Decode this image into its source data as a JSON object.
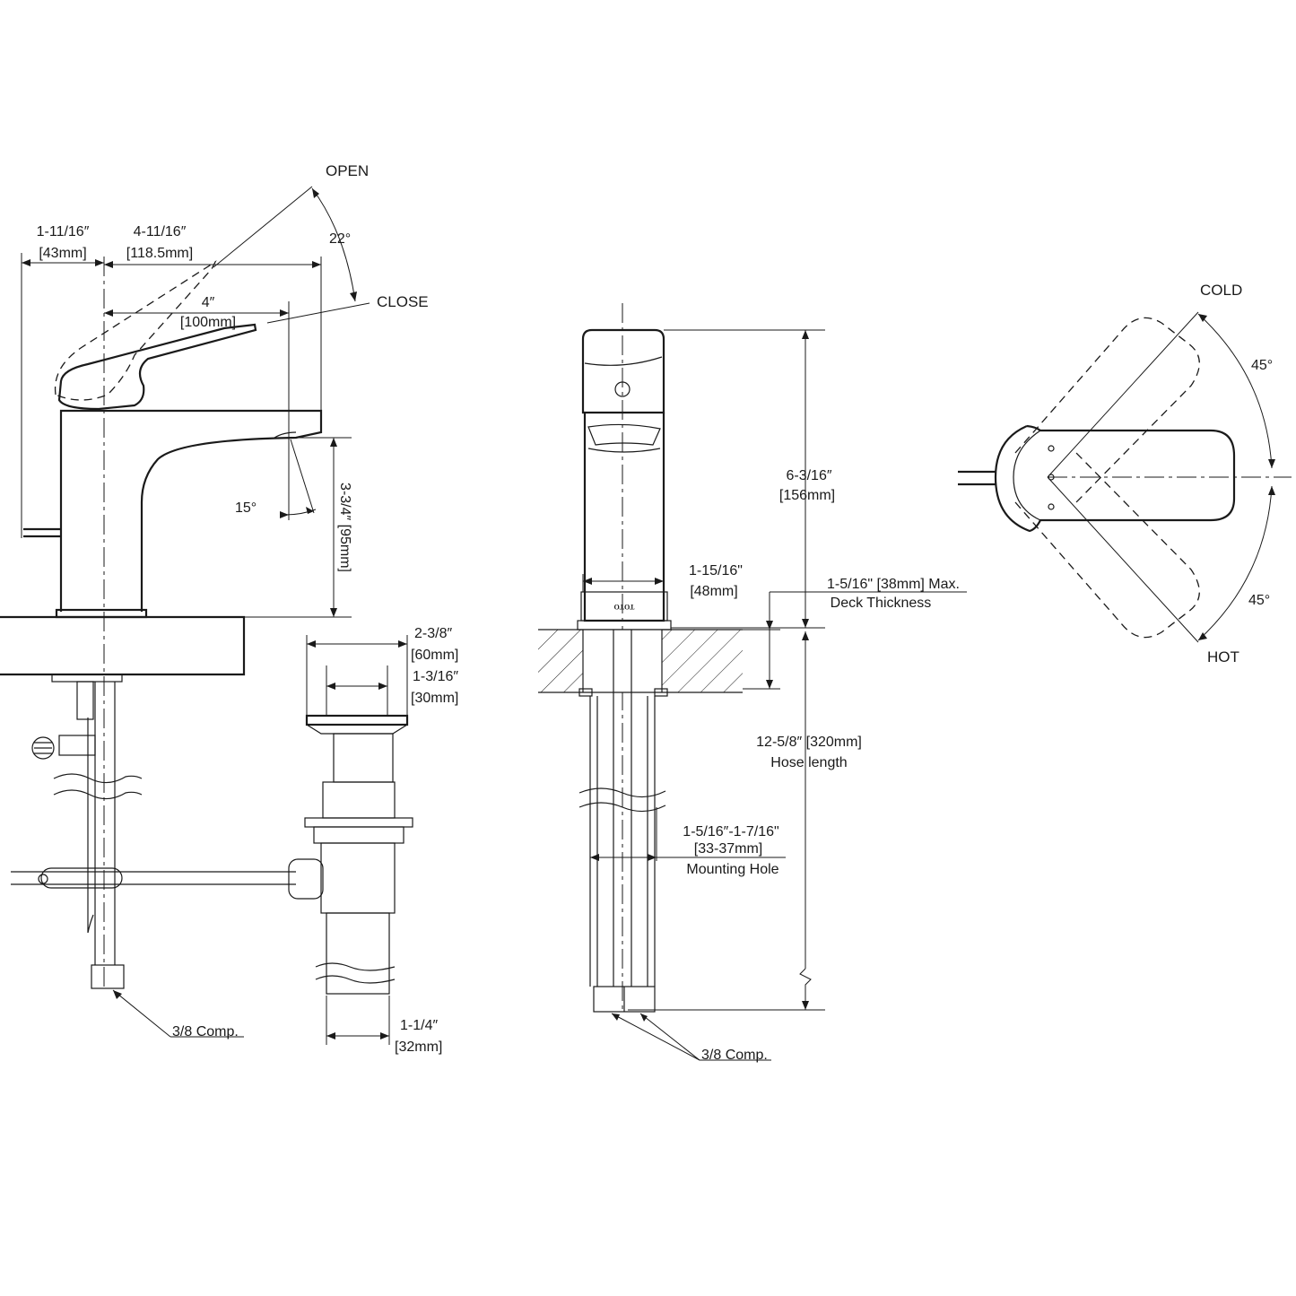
{
  "side_view": {
    "open_label": "OPEN",
    "close_label": "CLOSE",
    "handle_angle": "22°",
    "spout_angle": "15°",
    "dim_base_to_center": {
      "imperial": "1-11/16″",
      "metric": "[43mm]"
    },
    "dim_center_to_spout_end": {
      "imperial": "4-11/16″",
      "metric": "[118.5mm]"
    },
    "dim_center_to_aerator": {
      "imperial": "4″",
      "metric": "[100mm]"
    },
    "dim_spout_height": "3-3/4″ [95mm]",
    "supply_connection": "3/8 Comp."
  },
  "drain_view": {
    "dim_flange": {
      "imperial": "2-3/8″",
      "metric": "[60mm]"
    },
    "dim_opening": {
      "imperial": "1-3/16″",
      "metric": "[30mm]"
    },
    "dim_tailpiece": {
      "imperial": "1-1/4″",
      "metric": "[32mm]"
    }
  },
  "front_view": {
    "brand_mark": "TOTO",
    "dim_height": {
      "imperial": "6-3/16″",
      "metric": "[156mm]"
    },
    "dim_base_width": {
      "imperial": "1-15/16\"",
      "metric": "[48mm]"
    },
    "dim_deck": {
      "line1": "1-5/16\" [38mm] Max.",
      "line2": "Deck Thickness"
    },
    "dim_hose": {
      "line1": "12-5/8″ [320mm]",
      "line2": "Hose length"
    },
    "dim_hole": {
      "line1": "1-5/16″-1-7/16\"",
      "line2": "[33-37mm]",
      "line3": "Mounting Hole"
    },
    "supply_connection": "3/8 Comp."
  },
  "top_view": {
    "cold_label": "COLD",
    "hot_label": "HOT",
    "cold_angle": "45°",
    "hot_angle": "45°"
  }
}
